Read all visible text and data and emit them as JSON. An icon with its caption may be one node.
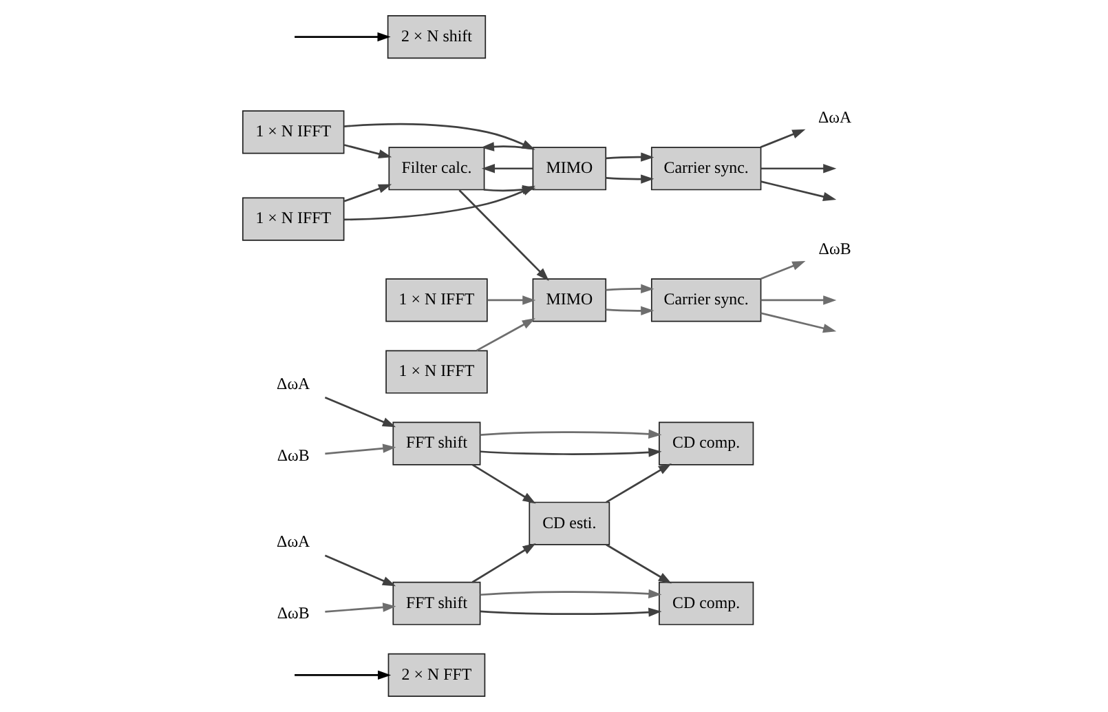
{
  "diagram": {
    "nodes": [
      {
        "text": [
          "2 × N FFT"
        ]
      },
      {
        "text": [
          "FFT shift"
        ]
      },
      {
        "text": [
          "CD esti."
        ]
      },
      {
        "text": [
          "CD comp."
        ]
      },
      {
        "text": [
          "1 × N IFFT"
        ]
      },
      {
        "text": [
          "1 × N IFFT"
        ]
      },
      {
        "text": [
          "Filter calc."
        ]
      },
      {
        "text": [
          "MIMO"
        ]
      },
      {
        "text": [
          "Carrier sync."
        ]
      },
      {
        "text": [
          "ΔωA"
        ]
      },
      {
        "text": [
          "ΔωB"
        ]
      },
      {
        "text": [
          "ΔωA"
        ]
      },
      {
        "text": [
          "2 × N shift"
        ]
      },
      {
        "text": [
          "FFT shift"
        ]
      },
      {
        "text": [
          "CD comp."
        ]
      },
      {
        "text": [
          "1 × N IFFT"
        ]
      },
      {
        "text": [
          "1 × N IFFT"
        ]
      },
      {
        "text": [
          "MIMO"
        ]
      },
      {
        "text": [
          "Carrier sync."
        ]
      },
      {
        "text": [
          "ΔωA"
        ]
      },
      {
        "text": [
          "ΔωB"
        ]
      },
      {
        "text": [
          "ΔωB"
        ]
      }
    ],
    "edges": [
      {
        "from": null,
        "to": 0,
        "arrow": "to",
        "color": "#000000"
      },
      {
        "from": 9,
        "to": 1,
        "arrow": "to"
      },
      {
        "from": 10,
        "to": 1,
        "arrow": "to",
        "color": "#6e6e6e"
      },
      {
        "from": 1,
        "to": 3,
        "arrow": "to"
      },
      {
        "from": 1,
        "to": 2,
        "arrow": "to"
      },
      {
        "from": 1,
        "to": 3,
        "arrow": "to",
        "color": "#6e6e6e"
      },
      {
        "from": 13,
        "to": 2,
        "arrow": "to"
      },
      {
        "from": 2,
        "to": 3,
        "arrow": "to"
      },
      {
        "from": 2,
        "to": 14,
        "arrow": "to"
      },
      {
        "from": 4,
        "to": 7,
        "arrow": "to"
      },
      {
        "from": 4,
        "to": 6,
        "arrow": "to"
      },
      {
        "from": 5,
        "to": 17,
        "arrow": "to",
        "color": "#6e6e6e"
      },
      {
        "from": 15,
        "to": 7,
        "arrow": "to"
      },
      {
        "from": 15,
        "to": 6,
        "arrow": "to"
      },
      {
        "from": 6,
        "to": 7,
        "arrow": "to"
      },
      {
        "from": 6,
        "to": 17,
        "arrow": "to"
      },
      {
        "from": 7,
        "to": 8,
        "arrow": "to"
      },
      {
        "from": 7,
        "to": 6,
        "arrow": "to"
      },
      {
        "from": 7,
        "to": 8,
        "arrow": "to"
      },
      {
        "from": 7,
        "to": 6,
        "arrow": "to"
      },
      {
        "from": 8,
        "to": 11,
        "arrow": "to"
      },
      {
        "from": 8,
        "to": null,
        "arrow": "to"
      },
      {
        "from": 8,
        "to": null,
        "arrow": "to"
      },
      {
        "from": null,
        "to": 12,
        "arrow": "to",
        "color": "#000000"
      },
      {
        "from": 19,
        "to": 13,
        "arrow": "to"
      },
      {
        "from": 20,
        "to": 13,
        "arrow": "to",
        "color": "#6e6e6e"
      },
      {
        "from": 13,
        "to": 14,
        "arrow": "to"
      },
      {
        "from": 13,
        "to": 14,
        "arrow": "to",
        "color": "#6e6e6e"
      },
      {
        "from": 16,
        "to": 17,
        "arrow": "to",
        "color": "#6e6e6e"
      },
      {
        "from": 17,
        "to": 18,
        "arrow": "to",
        "color": "#6e6e6e"
      },
      {
        "from": 17,
        "to": 18,
        "arrow": "to",
        "color": "#6e6e6e"
      },
      {
        "from": 18,
        "to": null,
        "arrow": "to",
        "color": "#6e6e6e"
      },
      {
        "from": 18,
        "to": null,
        "arrow": "to",
        "color": "#6e6e6e"
      },
      {
        "from": 18,
        "to": 21,
        "arrow": "to",
        "color": "#6e6e6e"
      }
    ]
  }
}
